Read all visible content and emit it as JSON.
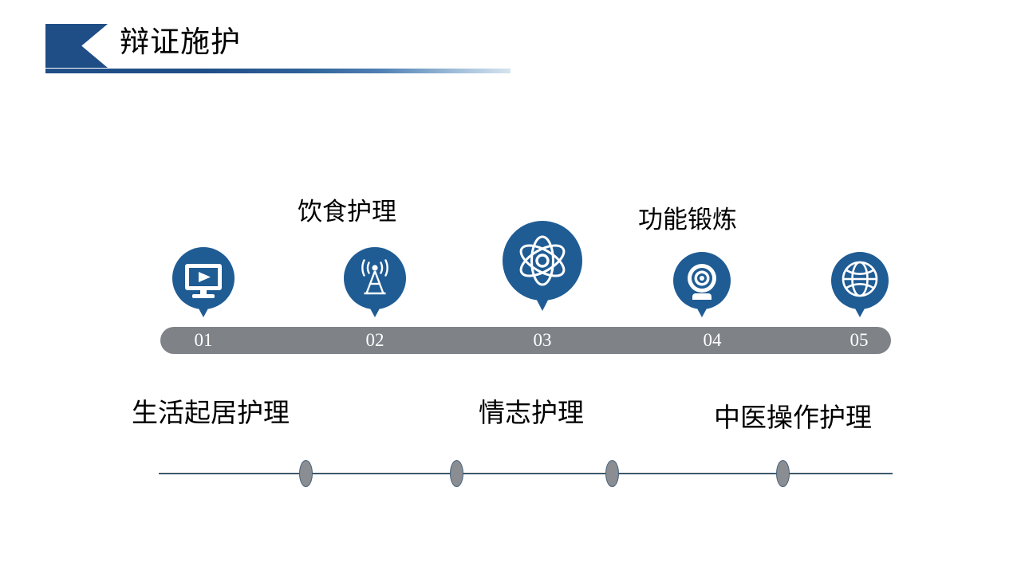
{
  "slide": {
    "title": "辩证施护",
    "background_color": "#FFFFFF",
    "accent_color": "#1F4E87",
    "bar_color": "#7F8387",
    "node_color": "#8A8D91"
  },
  "timeline": {
    "steps": [
      {
        "number": "01",
        "icon": "monitor-play-icon",
        "label": "生活起居护理",
        "label_position": "bottom"
      },
      {
        "number": "02",
        "icon": "broadcast-tower-icon",
        "label": "饮食护理",
        "label_position": "top"
      },
      {
        "number": "03",
        "icon": "atom-icon",
        "label": "情志护理",
        "label_position": "bottom"
      },
      {
        "number": "04",
        "icon": "webcam-icon",
        "label": "功能锻炼",
        "label_position": "top"
      },
      {
        "number": "05",
        "icon": "globe-icon",
        "label": "中医操作护理",
        "label_position": "bottom"
      }
    ]
  },
  "axis": {
    "node_count": 4
  }
}
